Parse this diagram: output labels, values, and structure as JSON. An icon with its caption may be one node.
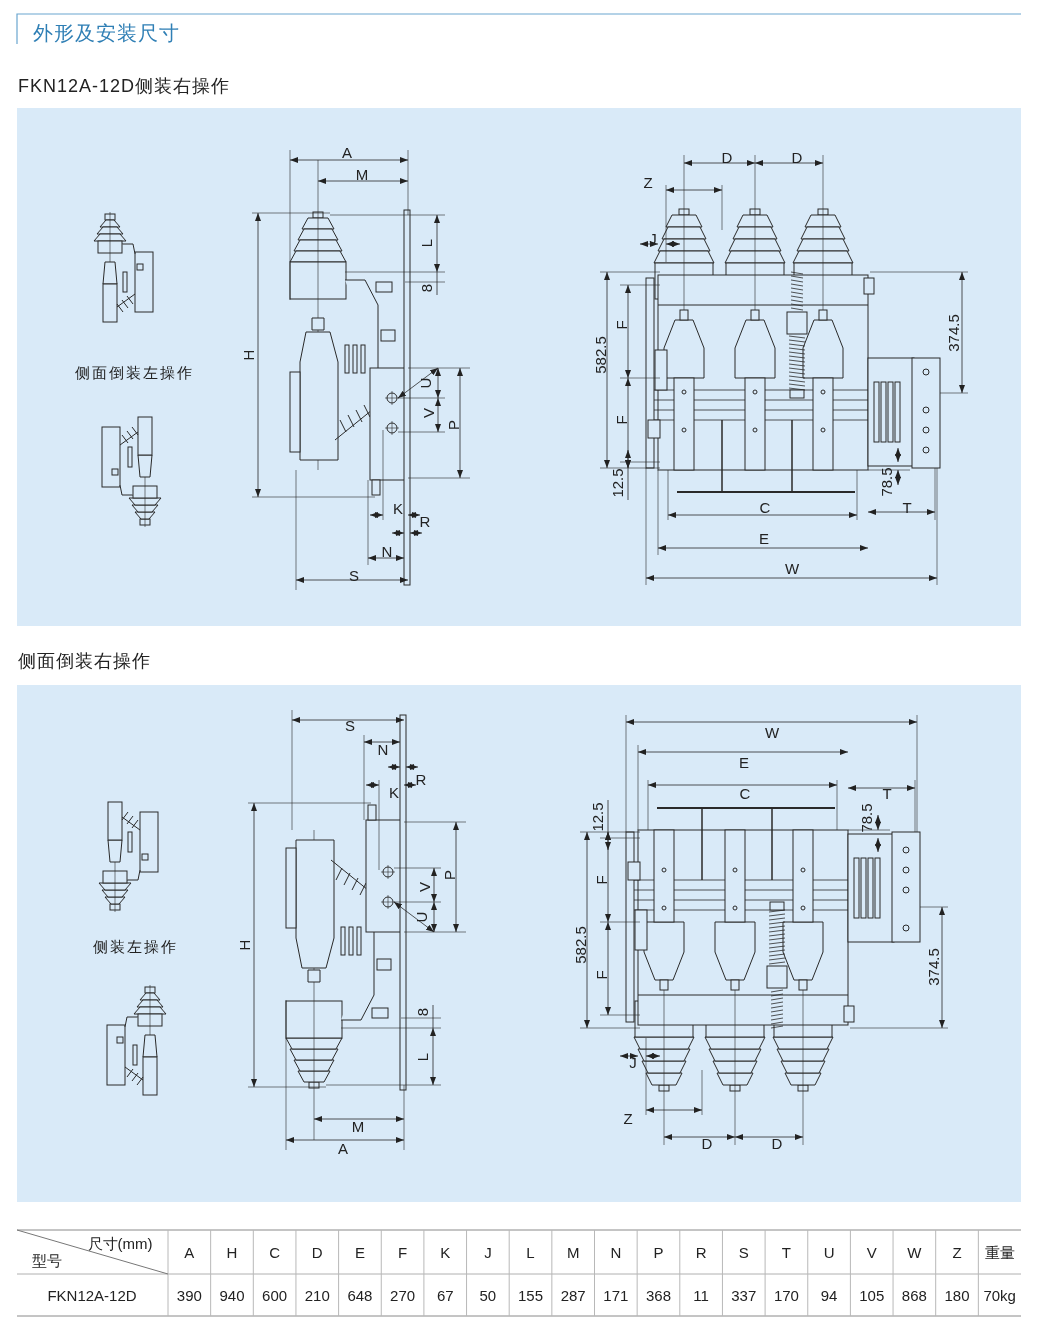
{
  "diagram": {
    "title": "外形及安装尺寸",
    "labels": [
      "FKN12A-12D侧装右操作",
      "侧面倒装左操作",
      "A",
      "M",
      "L",
      "8",
      "H",
      "U",
      "V",
      "P",
      "K",
      "R",
      "N",
      "S",
      "D",
      "D",
      "Z",
      "J",
      "F",
      "582.5",
      "374.5",
      "F",
      "12.5",
      "78.5",
      "C",
      "T",
      "E",
      "W",
      "侧面倒装右操作",
      "侧装左操作",
      "S",
      "N",
      "R",
      "K",
      "P",
      "V",
      "U",
      "H",
      "8",
      "L",
      "M",
      "A",
      "W",
      "E",
      "C",
      "T",
      "12.5",
      "78.5",
      "F",
      "582.5",
      "F",
      "374.5",
      "J",
      "Z",
      "D",
      "D",
      "尺寸(mm)",
      "型号",
      "A",
      "H",
      "C",
      "D",
      "E",
      "F",
      "K",
      "J",
      "L",
      "M",
      "N",
      "P",
      "R",
      "S",
      "T",
      "U",
      "V",
      "W",
      "Z",
      "重量",
      "FKN12A-12D",
      "390",
      "940",
      "600",
      "210",
      "648",
      "270",
      "67",
      "50",
      "155",
      "287",
      "171",
      "368",
      "11",
      "337",
      "170",
      "94",
      "105",
      "868",
      "180",
      "70kg"
    ]
  }
}
